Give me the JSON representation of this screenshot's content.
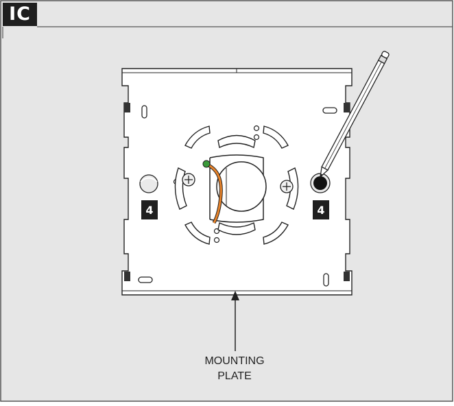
{
  "step": {
    "label": "IC"
  },
  "callouts": {
    "left_number": "4",
    "right_number": "4"
  },
  "caption": {
    "line1": "MOUNTING",
    "line2": "PLATE"
  },
  "colors": {
    "background": "#e6e6e6",
    "wire": "#e8832a",
    "screw_head": "#3a9a3a",
    "badge": "#1f1f1f"
  }
}
